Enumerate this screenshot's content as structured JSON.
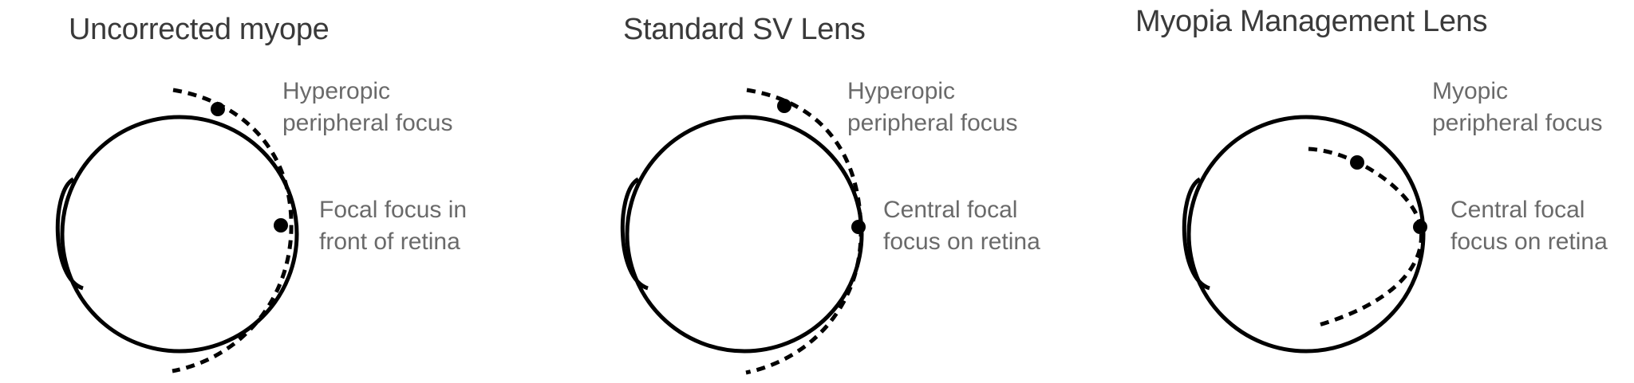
{
  "panels": [
    {
      "title": "Uncorrected myope",
      "peripheral_label": [
        "Hyperopic",
        "peripheral focus"
      ],
      "central_label": [
        "Focal focus in",
        "front of retina"
      ]
    },
    {
      "title": "Standard SV Lens",
      "peripheral_label": [
        "Hyperopic",
        "peripheral focus"
      ],
      "central_label": [
        "Central focal",
        "focus on retina"
      ]
    },
    {
      "title": "Myopia Management Lens",
      "peripheral_label": [
        "Myopic",
        "peripheral focus"
      ],
      "central_label": [
        "Central focal",
        "focus on retina"
      ]
    }
  ],
  "colors": {
    "line": "#000000",
    "title": "#3a3a3a",
    "label": "#6a6a6a"
  }
}
